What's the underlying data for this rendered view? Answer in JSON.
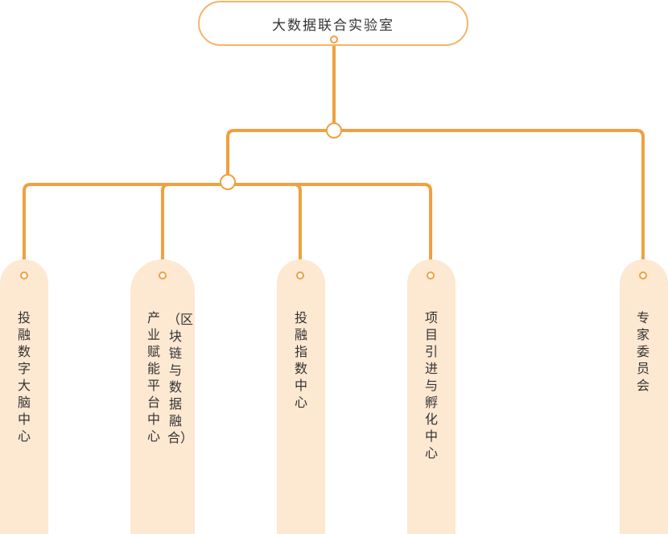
{
  "root": {
    "label": "大数据联合实验室"
  },
  "branches": [
    {
      "id": "brain",
      "label": "投融数字大脑中心"
    },
    {
      "id": "platform",
      "label": "产业赋能平台中心",
      "sub_label": "（区块链与数据融合）"
    },
    {
      "id": "index",
      "label": "投融指数中心"
    },
    {
      "id": "incubation",
      "label": "项目引进与孵化中心"
    },
    {
      "id": "committee",
      "label": "专家委员会"
    }
  ],
  "colors": {
    "connector": "#f0a040",
    "pill_fill": "#fde8d2",
    "root_border": "#f5b466"
  }
}
